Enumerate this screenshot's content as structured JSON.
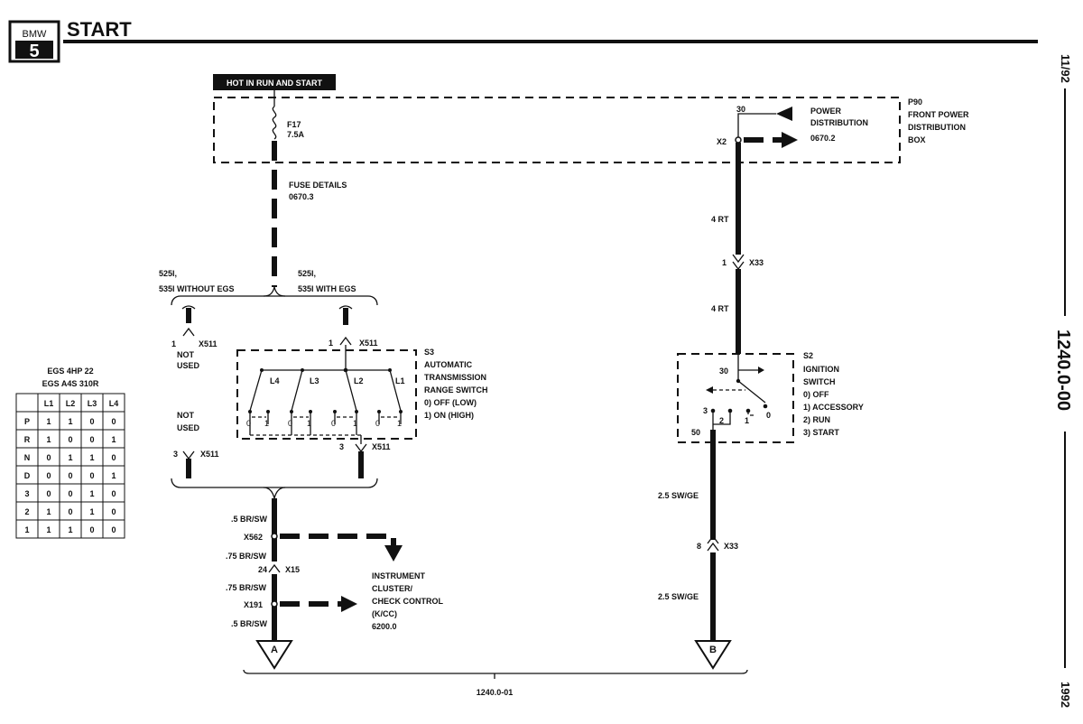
{
  "header": {
    "logo_top": "BMW",
    "logo_number": "5",
    "title": "START"
  },
  "side": {
    "top": "11/92",
    "middle": "1240.0-00",
    "bottom": "1992"
  },
  "labels": {
    "hot": "HOT IN RUN AND START",
    "fuse_id": "F17",
    "fuse_rating": "7.5A",
    "fuse_details_1": "FUSE DETAILS",
    "fuse_details_2": "0670.3",
    "pdb_30": "30",
    "pdb_power_1": "POWER",
    "pdb_power_2": "DISTRIBUTION",
    "pdb_x2": "X2",
    "pdb_ref": "0670.2",
    "p90": "P90",
    "p90_1": "FRONT POWER",
    "p90_2": "DISTRIBUTION",
    "p90_3": "BOX",
    "w_4rt_1": "4 RT",
    "x33_pin_1": "1",
    "x33_1": "X33",
    "w_4rt_2": "4 RT",
    "s2": "S2",
    "s2_1": "IGNITION",
    "s2_2": "SWITCH",
    "s2_3": "0)  OFF",
    "s2_4": "1)  ACCESSORY",
    "s2_5": "2)  RUN",
    "s2_6": "3)  START",
    "s2_30": "30",
    "s2_50": "50",
    "s2_p3": "3",
    "s2_p2": "2",
    "s2_p1": "1",
    "s2_p0": "0",
    "w_25swge_1": "2.5 SW/GE",
    "x33_pin_2": "8",
    "x33_2": "X33",
    "w_25swge_2": "2.5 SW/GE",
    "conn_b": "B",
    "left_branch_1": "525I,",
    "left_branch_2": "535I  WITHOUT EGS",
    "right_branch_1": "525I,",
    "right_branch_2": "535I  WITH EGS",
    "x511_pin_l1": "1",
    "x511_l1": "X511",
    "not_used_1a": "NOT",
    "not_used_1b": "USED",
    "x511_pin_r1": "1",
    "x511_r1": "X511",
    "s3": "S3",
    "s3_1": "AUTOMATIC",
    "s3_2": "TRANSMISSION",
    "s3_3": "RANGE SWITCH",
    "s3_4": "0)   OFF (LOW)",
    "s3_5": "1)   ON (HIGH)",
    "l4": "L4",
    "l3": "L3",
    "l2": "L2",
    "l1": "L1",
    "sw_0": "0",
    "sw_1": "1",
    "not_used_2a": "NOT",
    "not_used_2b": "USED",
    "x511_pin_l2": "3",
    "x511_l2": "X511",
    "x511_pin_r2": "3",
    "x511_r2": "X511",
    "w_5brsw_1": ".5 BR/SW",
    "x562": "X562",
    "w_75brsw_1": ".75 BR/SW",
    "x15_pin": "24",
    "x15": "X15",
    "w_75brsw_2": ".75 BR/SW",
    "x191": "X191",
    "w_5brsw_2": ".5 BR/SW",
    "ic_1": "INSTRUMENT",
    "ic_2": "CLUSTER/",
    "ic_3": "CHECK CONTROL",
    "ic_4": "(K/CC)",
    "ic_5": "6200.0",
    "conn_a": "A",
    "footer_ref": "1240.0-01"
  },
  "egs_table": {
    "title_1": "EGS 4HP 22",
    "title_2": "EGS A4S 310R",
    "headers": [
      "",
      "L1",
      "L2",
      "L3",
      "L4"
    ],
    "rows": [
      [
        "P",
        "1",
        "1",
        "0",
        "0"
      ],
      [
        "R",
        "1",
        "0",
        "0",
        "1"
      ],
      [
        "N",
        "0",
        "1",
        "1",
        "0"
      ],
      [
        "D",
        "0",
        "0",
        "0",
        "1"
      ],
      [
        "3",
        "0",
        "0",
        "1",
        "0"
      ],
      [
        "2",
        "1",
        "0",
        "1",
        "0"
      ],
      [
        "1",
        "1",
        "1",
        "0",
        "0"
      ]
    ]
  }
}
